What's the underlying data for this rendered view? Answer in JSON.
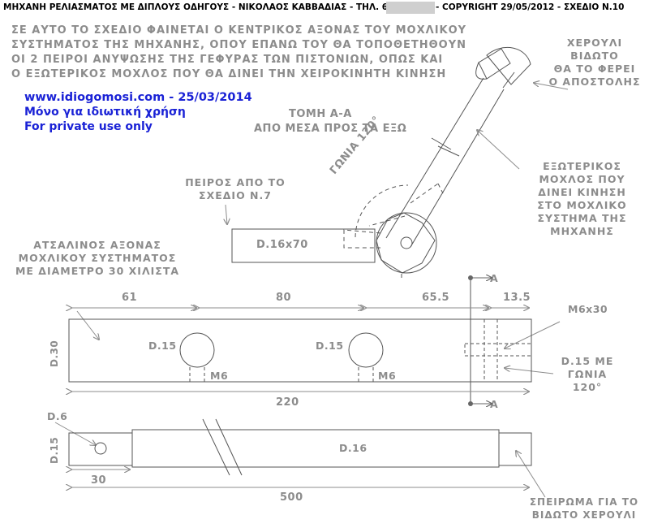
{
  "header": {
    "title": "ΜΗΧΑΝΗ ΡΕΛΙΑΣΜΑΤΟΣ ΜΕ ΔΙΠΛΟΥΣ ΟΔΗΓΟΥΣ - ΝΙΚΟΛΑΟΣ ΚΑΒΒΑΔΙΑΣ - ΤΗΛ. 69",
    "copyright": "- COPYRIGHT 29/05/2012  -  ΣΧΕΔΙΟ Ν.10"
  },
  "intro": [
    "ΣΕ ΑΥΤΟ ΤΟ ΣΧΕΔΙΟ ΦΑΙΝΕΤΑΙ Ο ΚΕΝΤΡΙΚΟΣ ΑΞΟΝΑΣ ΤΟΥ ΜΟΧΛΙΚΟΥ",
    "ΣΥΣΤΗΜΑΤΟΣ ΤΗΣ ΜΗΧΑΝΗΣ, ΟΠΟΥ ΕΠΑΝΩ ΤΟΥ ΘΑ ΤΟΠΟΘΕΤΗΘΟΥΝ",
    "ΟΙ 2 ΠΕΙΡΟΙ ΑΝΥΨΩΣΗΣ ΤΗΣ ΓΕΦΥΡΑΣ ΤΩΝ ΠΙΣΤΟΝΙΩΝ, ΟΠΩΣ ΚΑΙ",
    "Ο ΕΞΩΤΕΡΙΚΟΣ ΜΟΧΛΟΣ ΠΟΥ ΘΑ ΔΙΝΕΙ ΤΗΝ ΧΕΙΡΟΚΙΝΗΤΗ ΚΙΝΗΣΗ"
  ],
  "website": {
    "url": "www.idiogomosi.com - 25/03/2014",
    "greek": "Μόνο για ιδιωτική χρήση",
    "english": "For private use only"
  },
  "section": {
    "title": "ΤΟΜΗ Α-Α",
    "subtitle": "ΑΠΟ ΜΕΣΑ ΠΡΟΣ ΤΑ ΕΞΩ"
  },
  "handle_note": [
    "ΧΕΡΟΥΛΙ",
    "ΒΙΔΩΤΟ",
    "ΘΑ ΤΟ ΦΕΡΕΙ",
    "Ο ΑΠΟΣΤΟΛΗΣ"
  ],
  "lever_note": [
    "ΕΞΩΤΕΡΙΚΟΣ",
    "ΜΟΧΛΟΣ ΠΟΥ",
    "ΔΙΝΕΙ ΚΙΝΗΣΗ",
    "ΣΤΟ ΜΟΧΛΙΚΟ",
    "ΣΥΣΤΗΜΑ ΤΗΣ",
    "ΜΗΧΑΝΗΣ"
  ],
  "pin_note": [
    "ΠΕΙΡΟΣ ΑΠΟ ΤΟ",
    "ΣΧΕΔΙΟ Ν.7"
  ],
  "pin_label": "D.16x70",
  "angle_label": "ΓΩΝΙΑ 120°",
  "shaft_note": [
    "ΑΤΣΑΛΙΝΟΣ ΑΞΟΝΑΣ",
    "ΜΟΧΛΙΚΟΥ ΣΥΣΤΗΜΑΤΟΣ",
    "ΜΕ ΔΙΑΜΕΤΡΟ 30 ΧΙΛΙΣΤΑ"
  ],
  "dims": {
    "d61": "61",
    "d80": "80",
    "d655": "65.5",
    "d135": "13.5",
    "d220": "220",
    "d30": "D.30",
    "hole1": "D.15",
    "hole2": "D.15",
    "m6a": "M6",
    "m6b": "M6",
    "m6x30": "M6x30",
    "hole3": [
      "D.15 ΜΕ",
      "ΓΩΝΙΑ",
      "120°"
    ],
    "d6": "D.6",
    "d15": "D.15",
    "d16": "D.16",
    "d30b": "30",
    "d500": "500"
  },
  "section_markers": {
    "top": "A",
    "bottom": "A"
  },
  "thread_note": [
    "ΣΠΕΙΡΩΜΑ ΓΙΑ ΤΟ",
    "ΒΙΔΩΤΟ ΧΕΡΟΥΛΙ"
  ]
}
